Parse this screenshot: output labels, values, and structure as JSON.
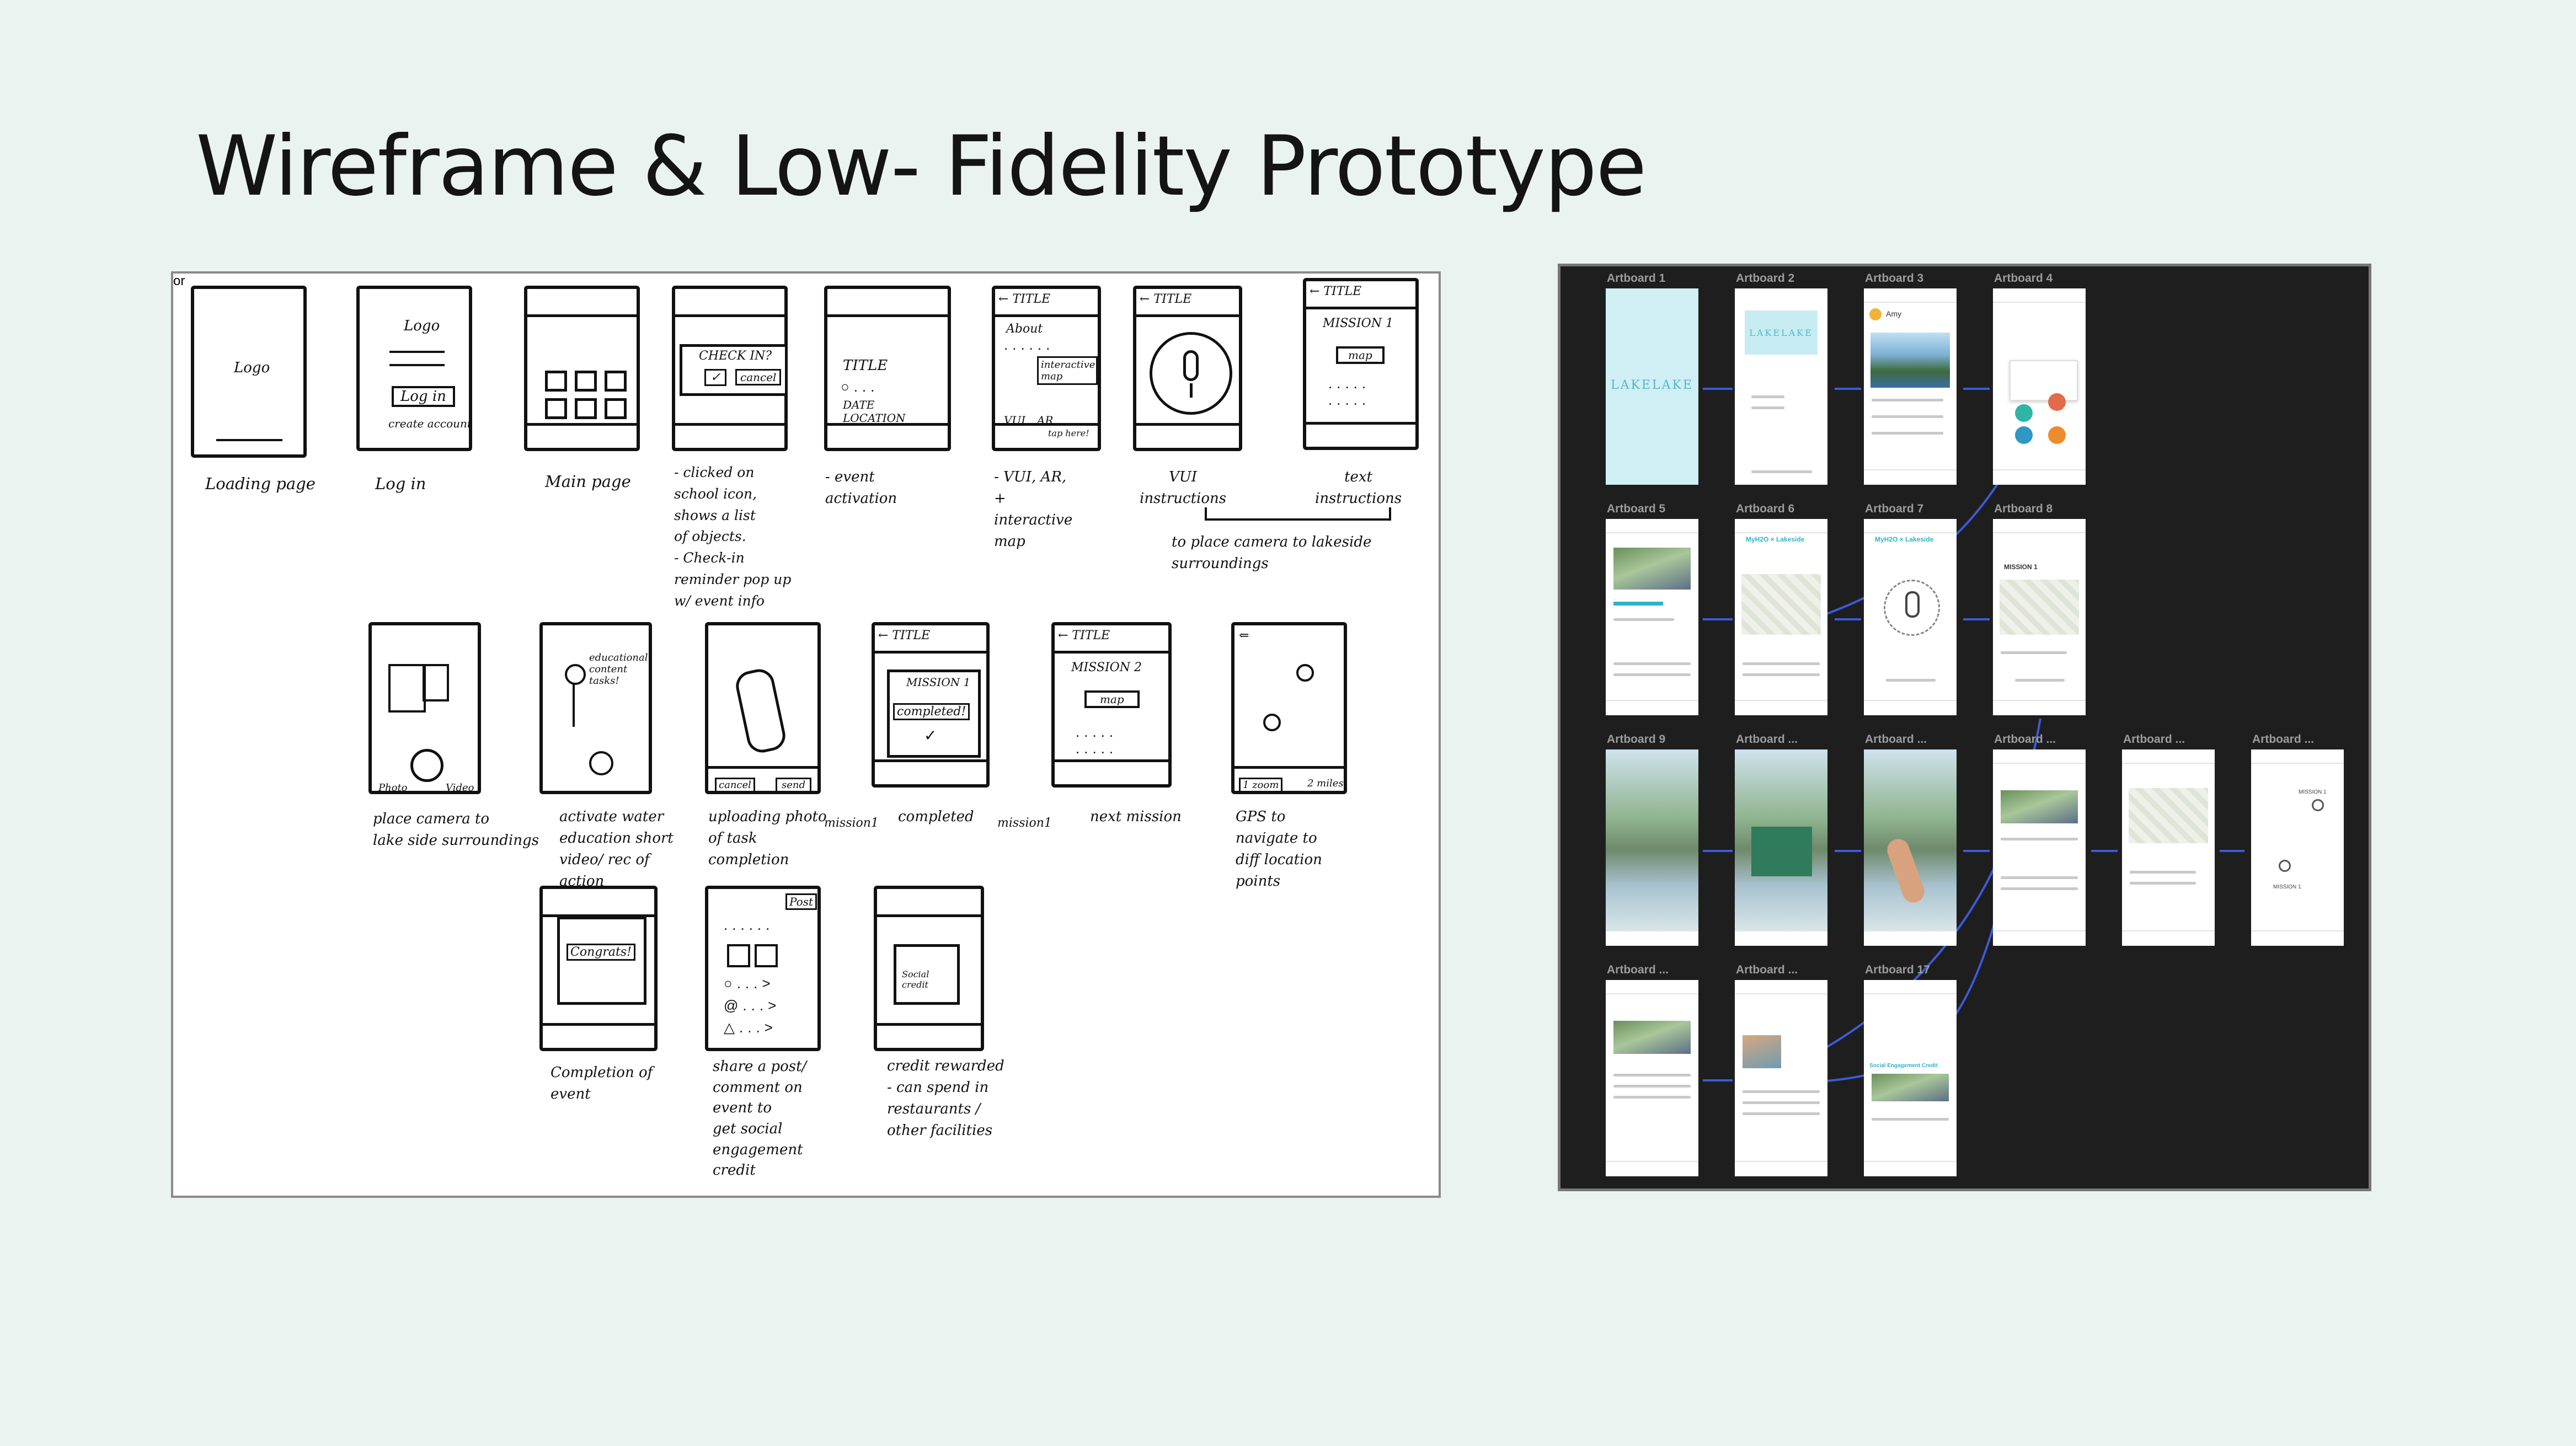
{
  "slide": {
    "title": "Wireframe & Low- Fidelity Prototype"
  },
  "sketch": {
    "row1": {
      "loading_logo": "Logo",
      "login_logo": "Logo",
      "login_button": "Log in",
      "login_create": "create account",
      "checkin_title": "CHECK IN?",
      "checkin_ok": "✓",
      "checkin_cancel": "cancel",
      "event_title": "TITLE",
      "event_date": "DATE",
      "event_location": "LOCATION",
      "info_header": "← TITLE",
      "info_about": "About",
      "info_map": "interactive map",
      "info_vui": "VUI",
      "info_ar": "AR",
      "info_tap": "tap here!",
      "vui_header": "← TITLE",
      "or": "or",
      "text_header": "← TITLE",
      "text_mission": "MISSION 1",
      "text_map": "map"
    },
    "row1_captions": [
      "Loading page",
      "Log in",
      "Main page",
      "- clicked on\n  school icon,\n  shows a list\n  of objects.\n- Check-in\n  reminder pop up\n  w/ event info",
      "- event\n  activation",
      "- VUI, AR,\n  +\n  interactive\n  map",
      "VUI\ninstructions",
      "text\ninstructions"
    ],
    "row1_brace_caption": "to place camera to lakeside\nsurroundings",
    "row2": {
      "photo_label": "Photo",
      "video_label": "Video",
      "edu_note": "educational\ncontent\ntasks!",
      "cancel_label": "cancel",
      "send_label": "send",
      "completed_header": "← TITLE",
      "completed_mission": "MISSION 1",
      "completed_text": "completed!",
      "next_header": "← TITLE",
      "next_mission": "MISSION 2",
      "next_map": "map",
      "gps_zoom": "1 zoom",
      "gps_miles": "2 miles"
    },
    "row2_captions": [
      "place camera to\nlake side surroundings",
      "activate water\neducation short\nvideo/ rec of\naction",
      "uploading photo\nof task\ncompletion",
      "completed",
      "next mission",
      "GPS to\nnavigate to\ndiff location\npoints"
    ],
    "row2_arrow_labels": [
      "mission1",
      "mission1"
    ],
    "row3": {
      "congrats": "Congrats!",
      "post_label": "Post",
      "social_credit": "Social credit"
    },
    "row3_captions": [
      "Completion of\nevent",
      "share a post/\ncomment on\nevent to\nget social\nengagement\ncredit",
      "credit rewarded\n- can spend in\nrestaurants /\nother facilities"
    ]
  },
  "prototype": {
    "artboards": [
      {
        "label": "Artboard 1"
      },
      {
        "label": "Artboard 2"
      },
      {
        "label": "Artboard 3"
      },
      {
        "label": "Artboard 4"
      },
      {
        "label": "Artboard 5"
      },
      {
        "label": "Artboard 6"
      },
      {
        "label": "Artboard 7"
      },
      {
        "label": "Artboard 8"
      },
      {
        "label": "Artboard 9"
      },
      {
        "label": "Artboard ..."
      },
      {
        "label": "Artboard ..."
      },
      {
        "label": "Artboard ..."
      },
      {
        "label": "Artboard ..."
      },
      {
        "label": "Artboard ..."
      },
      {
        "label": "Artboard ..."
      },
      {
        "label": "Artboard ..."
      },
      {
        "label": "Artboard 17"
      }
    ],
    "logo_text": "LAKELAKE",
    "user_name": "Amy",
    "mission_header": "MyH2O × Lakeside",
    "mission_1": "MISSION 1",
    "mission_label": "MISSION 1",
    "social_credit": "Social Engagement Credit",
    "wire_color": "#3b5bdb"
  }
}
